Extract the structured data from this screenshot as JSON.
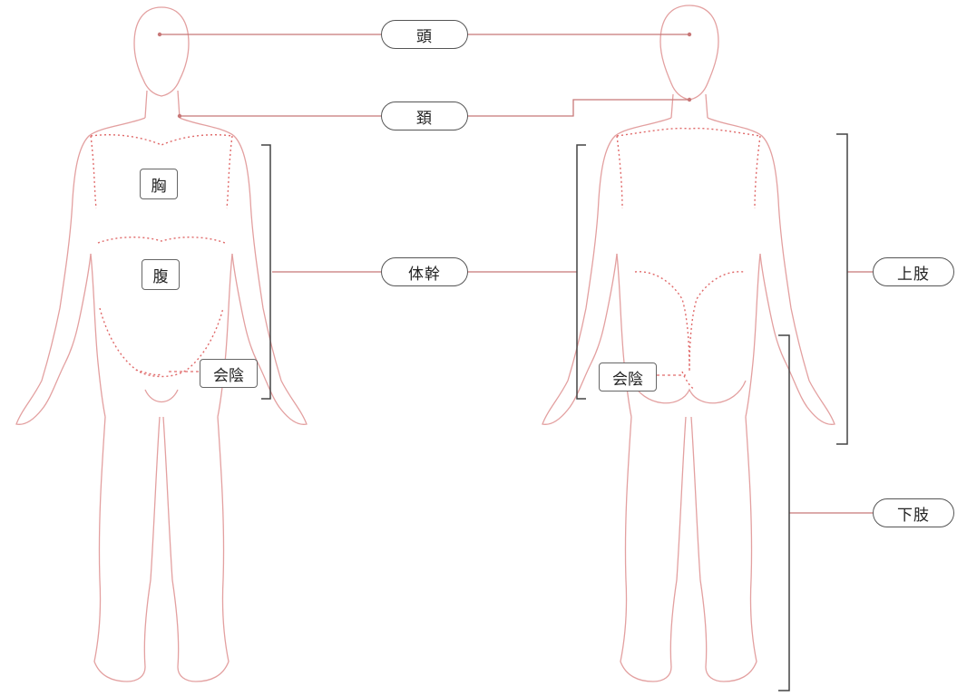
{
  "labels": {
    "head": "頭",
    "neck": "頚",
    "trunk": "体幹",
    "chest": "胸",
    "abdomen": "腹",
    "perineum_front": "会陰",
    "perineum_back": "会陰",
    "upper_limb": "上肢",
    "lower_limb": "下肢"
  },
  "colors": {
    "body_outline": "#e3a0a0",
    "region_dotted": "#e06a6a",
    "leader_line": "#c87878",
    "bracket": "#444444",
    "label_border": "#555555"
  }
}
